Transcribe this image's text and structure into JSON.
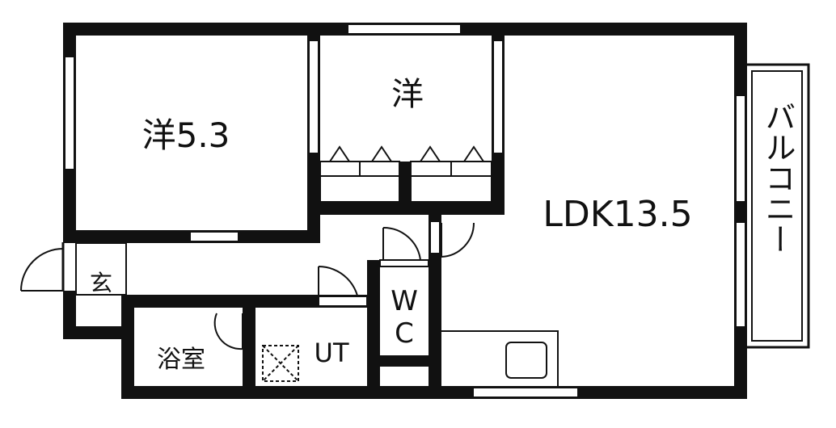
{
  "rooms": {
    "western_room_1": "洋5.3",
    "western_room_2": "洋",
    "ldk": "LDK13.5",
    "entrance": "玄",
    "bathroom": "浴室",
    "utility": "UT",
    "toilet_w": "W",
    "toilet_c": "C",
    "balcony": "バルコニー"
  }
}
